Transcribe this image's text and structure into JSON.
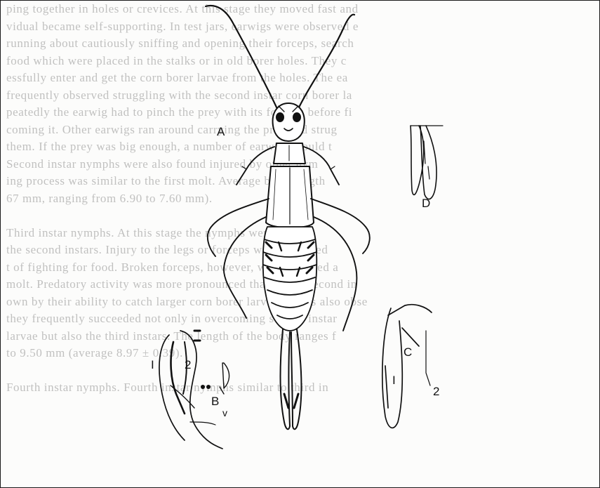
{
  "background_text": [
    "ping together in holes or crevices. At this stage they moved fast and",
    "vidual became self-supporting. In test jars, earwigs were observed e",
    "running about cautiously sniffing and opening their forceps, search",
    "food which were placed in the stalks or in old borer holes. They c",
    "essfully enter and get the corn borer larvae from the holes. The ea",
    "frequently observed struggling with the second instar corn borer la",
    "peatedly the earwig had to pinch the prey with its forceps before fi",
    "coming it. Other earwigs ran around carrying the prey and strug",
    "them. If the prey was big enough, a number of earwigs would t",
    "Second instar nymphs were also found injured by other nym",
    "ing process was similar to the first molt. Average body length",
    "67 mm, ranging from 6.90 to 7.60 mm).",
    "",
    "Third instar nymphs. At this stage the nymphs were more a",
    "the second instars. Injury to the legs or forceps were observed",
    "t of fighting for food. Broken forceps, however, were replaced a",
    "molt. Predatory activity was more pronounced than in the second in",
    "own by their ability to catch larger corn borer larvae. It was also obse",
    "they frequently succeeded not only in overcoming second instar",
    "larvae but also the third instars. The length of the body ranges f",
    "to 9.50 mm (average 8.97 ± 0.39).",
    "",
    "Fourth instar nymphs. Fourth instar nymphs similar to third in"
  ],
  "figure_labels": {
    "a": "A",
    "b": "B",
    "b1": "I",
    "b2": "2",
    "c": "C",
    "c1": "I",
    "c2": "2",
    "d": "D",
    "v": "v"
  },
  "colors": {
    "ink": "#111111",
    "bleed": "#9c9c9c",
    "paper": "#fcfcfb"
  }
}
